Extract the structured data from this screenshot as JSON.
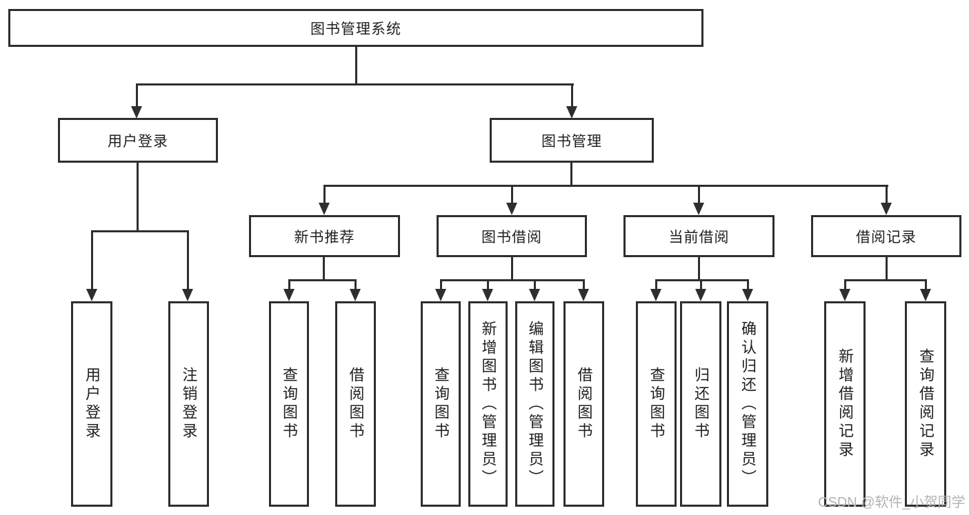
{
  "diagram": {
    "root": {
      "label": "图书管理系统"
    },
    "level2": [
      {
        "label": "用户登录"
      },
      {
        "label": "图书管理"
      }
    ],
    "level3": [
      {
        "label": "新书推荐"
      },
      {
        "label": "图书借阅"
      },
      {
        "label": "当前借阅"
      },
      {
        "label": "借阅记录"
      }
    ],
    "leaves": {
      "user_login": [
        "用户登录",
        "注销登录"
      ],
      "new_book": [
        "查询图书",
        "借阅图书"
      ],
      "book_borrow": [
        "查询图书",
        "新增图书（管理员）",
        "编辑图书（管理员）",
        "借阅图书"
      ],
      "current_borrow": [
        "查询图书",
        "归还图书",
        "确认归还（管理员）"
      ],
      "borrow_records": [
        "新增借阅记录",
        "查询借阅记录"
      ]
    }
  },
  "watermark": {
    "text": "CSDN @软件_小贺同学"
  },
  "colors": {
    "line": "#2e2e2e",
    "text": "#1f1f1f",
    "watermark": "#b3b3b3",
    "background": "#ffffff"
  }
}
